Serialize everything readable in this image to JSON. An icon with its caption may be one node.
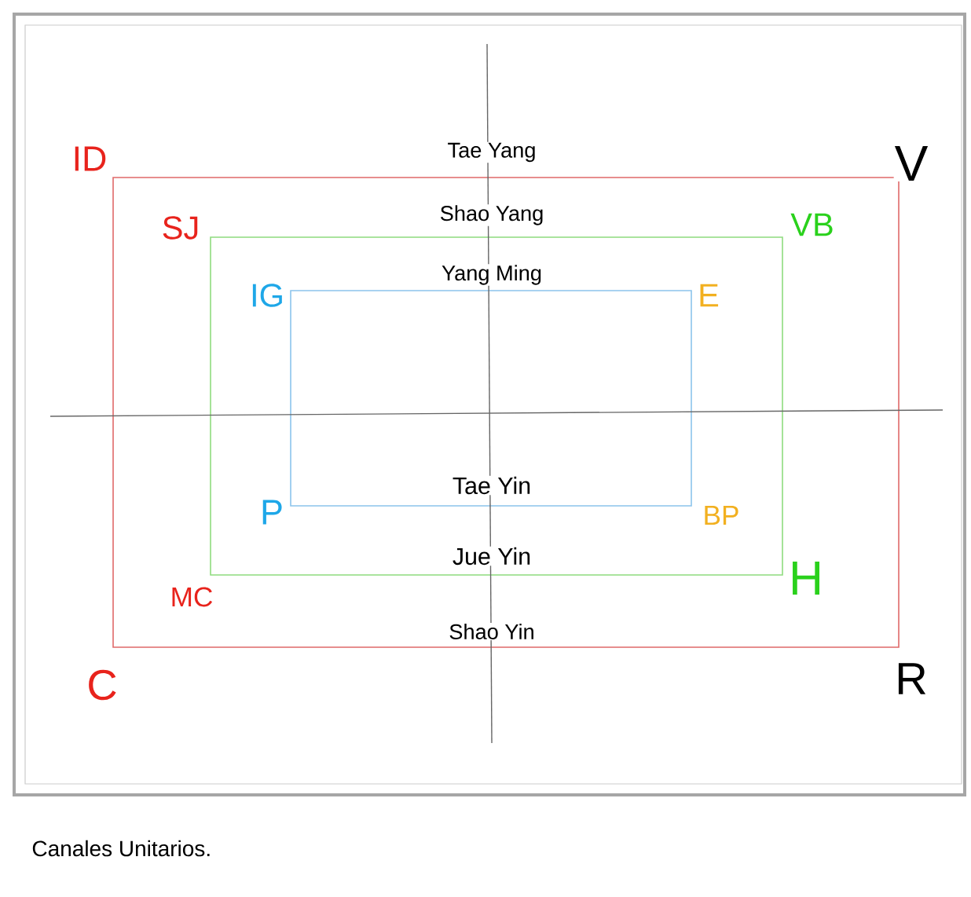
{
  "diagram": {
    "caption": "Canales Unitarios.",
    "nodes": [
      {
        "text": [],
        "shape": "box"
      },
      {
        "text": [],
        "shape": "box",
        "in": 0
      },
      {
        "text": [],
        "shape": "box",
        "in": 1
      }
    ],
    "labels": [
      "ID",
      "Tae Yang",
      "V",
      "Shao Yang",
      "VB",
      "SJ",
      "IG",
      "Yang Ming",
      "E",
      "Tae Yin",
      "P",
      "BP",
      "Jue Yin",
      "H",
      "MC",
      "Shao Yin",
      "R",
      "C"
    ]
  }
}
